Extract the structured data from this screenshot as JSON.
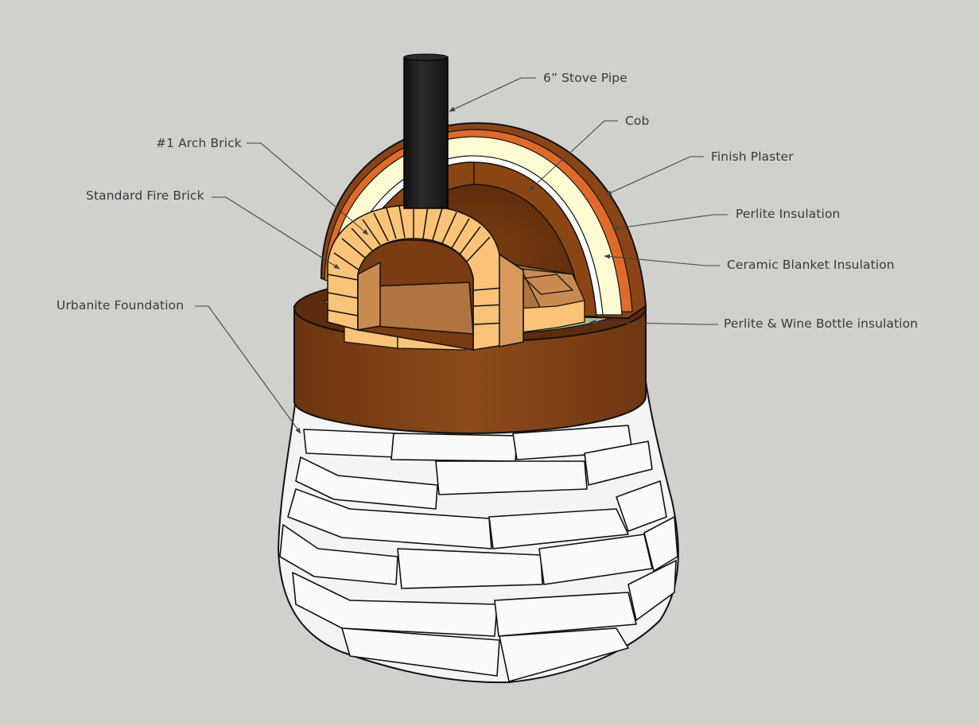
{
  "diagram": {
    "subject": "Wood-fired oven cutaway",
    "background_color": "#d0d0cc",
    "colors": {
      "stove_pipe": "#1e1e1e",
      "finish_plaster": "#8a4418",
      "perlite_outer": "#e06a2a",
      "perlite_insulation": "#fdfbd2",
      "ceramic_blanket": "#ffffff",
      "cob": "#8b4513",
      "fire_brick": "#fbc377",
      "wine_bottle_layer": "#a8b88a",
      "urbanite": "#f4f4f4"
    },
    "labels": [
      {
        "id": "stove-pipe",
        "text": "6” Stove Pipe"
      },
      {
        "id": "cob",
        "text": "Cob"
      },
      {
        "id": "arch-brick",
        "text": "#1 Arch Brick"
      },
      {
        "id": "finish-plaster",
        "text": "Finish Plaster"
      },
      {
        "id": "fire-brick",
        "text": "Standard Fire Brick"
      },
      {
        "id": "perlite",
        "text": "Perlite Insulation"
      },
      {
        "id": "ceramic",
        "text": "Ceramic Blanket Insulation"
      },
      {
        "id": "urbanite",
        "text": "Urbanite Foundation"
      },
      {
        "id": "wine-bottle",
        "text": "Perlite & Wine Bottle insulation"
      }
    ]
  }
}
